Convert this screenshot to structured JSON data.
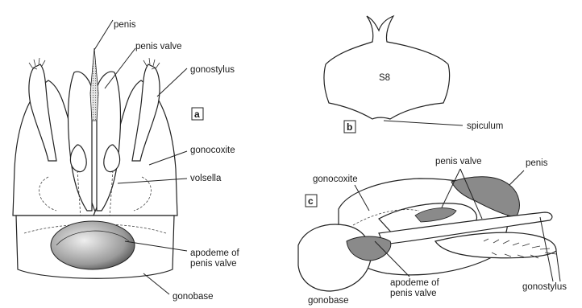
{
  "figure": {
    "panels": {
      "a": {
        "tag": "a",
        "labels": {
          "penis": "penis",
          "penis_valve": "penis  valve",
          "gonostylus": "gonostylus",
          "gonocoxite": "gonocoxite",
          "volsella": "volsella",
          "apodeme_line1": "apodeme of",
          "apodeme_line2": "penis valve",
          "gonobase": "gonobase"
        }
      },
      "b": {
        "tag": "b",
        "labels": {
          "s8": "S8",
          "spiculum": "spiculum"
        }
      },
      "c": {
        "tag": "c",
        "labels": {
          "penis_valve": "penis  valve",
          "penis": "penis",
          "gonocoxite": "gonocoxite",
          "gonobase": "gonobase",
          "apodeme_line1": "apodeme of",
          "apodeme_line2": "penis valve",
          "gonostylus": "gonostylus"
        }
      }
    },
    "colors": {
      "ink": "#1a1a1a",
      "shade": "#8a8a8a",
      "stipple": "#6f6f6f"
    }
  }
}
